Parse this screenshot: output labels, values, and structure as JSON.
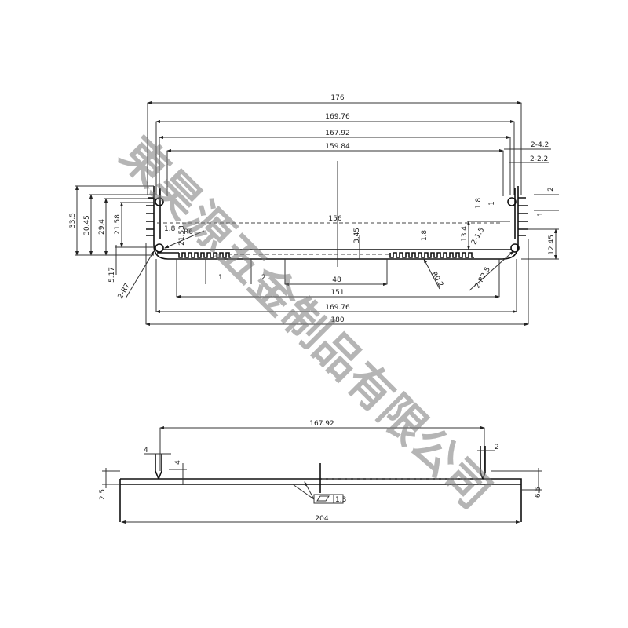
{
  "watermark": "東昊源五金制品有限公司",
  "front_view": {
    "top_dims": [
      "176",
      "169.76",
      "167.92",
      "159.84"
    ],
    "center_dim": "156",
    "bottom_dims": [
      "48",
      "151",
      "169.76",
      "180"
    ],
    "left_dims": [
      "33.5",
      "30.45",
      "29.4",
      "21.58",
      "5.17"
    ],
    "left_notes": [
      "1.8",
      "21.53",
      "R6",
      "2-R7",
      "1",
      "2"
    ],
    "middle_notes": [
      "3.45",
      "1.8",
      "R0.2"
    ],
    "right_notes": [
      "2-4.2",
      "2-2.2",
      "2",
      "1.8",
      "1",
      "1",
      "13.4",
      "2-1.5",
      "12.45",
      "2-R2.5"
    ]
  },
  "side_view": {
    "length_dim": "167.92",
    "overall_dim": "204",
    "left_notes": [
      "4",
      "4",
      "2.5"
    ],
    "right_notes": [
      "2",
      "6.5"
    ],
    "flatness_value": "1.3"
  }
}
